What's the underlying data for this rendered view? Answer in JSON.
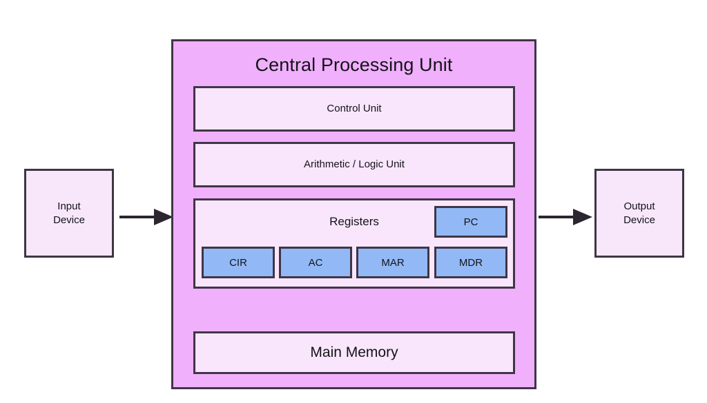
{
  "diagram": {
    "title": "Central Processing Unit",
    "colors": {
      "cpu_fill": "#f0b0fb",
      "block_fill": "#f9e6fc",
      "register_fill": "#92b9f5",
      "border": "#3f3546",
      "text": "#14121a",
      "background": "#ffffff"
    },
    "peripherals": {
      "input": "Input\nDevice",
      "output": "Output\nDevice"
    },
    "cpu": {
      "title": "Central Processing Unit",
      "control_unit": "Control Unit",
      "alu": "Arithmetic / Logic Unit",
      "registers": {
        "title": "Registers",
        "items": [
          {
            "label": "PC"
          },
          {
            "label": "CIR"
          },
          {
            "label": "AC"
          },
          {
            "label": "MAR"
          },
          {
            "label": "MDR"
          }
        ]
      },
      "main_memory": "Main Memory"
    },
    "arrows": {
      "input_to_cpu": "arrow-right",
      "cpu_to_output": "arrow-right"
    }
  }
}
